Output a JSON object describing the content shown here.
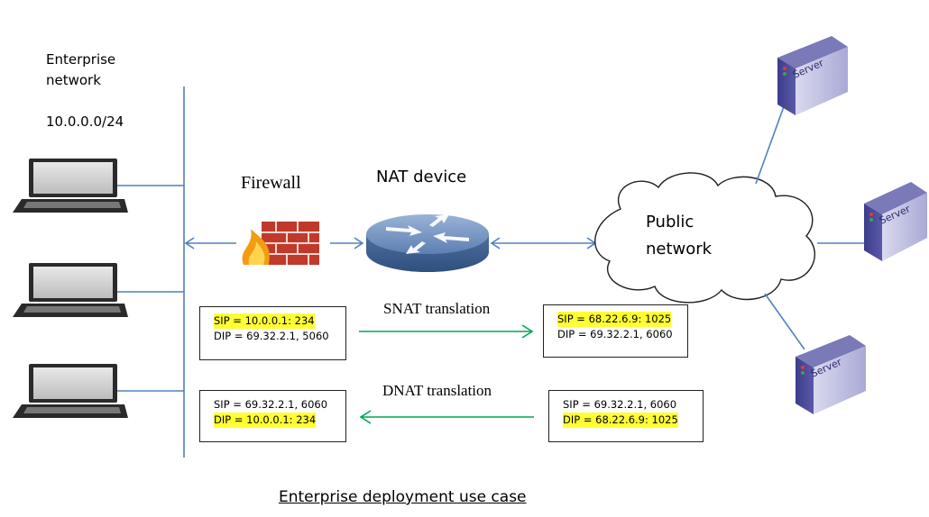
{
  "enterprise": {
    "label_line1": "Enterprise",
    "label_line2": "network",
    "subnet": "10.0.0.0/24"
  },
  "firewall": {
    "label": "Firewall"
  },
  "nat": {
    "label": "NAT device"
  },
  "public_network": {
    "line1": "Public",
    "line2": "network"
  },
  "server": {
    "label": "Server"
  },
  "snat": {
    "title": "SNAT translation",
    "before": {
      "sip": "SIP = 10.0.0.1:  234",
      "dip": "DIP = 69.32.2.1,  5060"
    },
    "after": {
      "sip": "SIP = 68.22.6.9:  1025",
      "dip": "DIP = 69.32.2.1,  6060"
    }
  },
  "dnat": {
    "title": "DNAT translation",
    "before": {
      "sip": "SIP = 69.32.2.1,  6060",
      "dip": "DIP = 68.22.6.9:  1025"
    },
    "after": {
      "sip": "SIP = 69.32.2.1,  6060",
      "dip": "DIP = 10.0.0.1:  234"
    }
  },
  "caption": "Enterprise deployment use case",
  "colors": {
    "line": "#4f81bd",
    "arrow_green": "#00a651",
    "highlight": "#ffff33"
  }
}
